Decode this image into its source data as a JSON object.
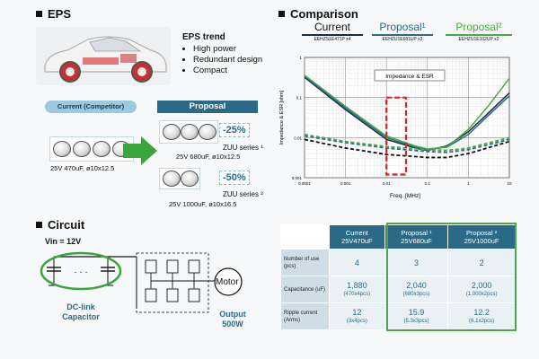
{
  "eps": {
    "section_title": "EPS",
    "trend_title": "EPS trend",
    "trend_items": [
      "High power",
      "Redundant design",
      "Compact"
    ],
    "current_label": "Current (Competitor)",
    "proposal_label": "Proposal",
    "current_spec": "25V 470uF, ø10x12.5",
    "proposal1": {
      "pct": "-25%",
      "series": "ZUU series ¹",
      "spec": "25V 680uF, ø10x12.5"
    },
    "proposal2": {
      "pct": "-50%",
      "series": "ZUU series ²",
      "spec": "25V 1000uF, ø10x16.5"
    }
  },
  "comparison": {
    "section_title": "Comparison",
    "legend": [
      {
        "name": "Current",
        "part": "EEHZS1E471P x4",
        "color": "#1a2b44"
      },
      {
        "name": "Proposal¹",
        "part": "EEHZU1E681UP x3",
        "color": "#2a6a86"
      },
      {
        "name": "Proposal²",
        "part": "EEHZU1E102UP x2",
        "color": "#4aa84a"
      }
    ]
  },
  "chart_data": {
    "type": "line",
    "title": "Impedance & ESR",
    "xlabel": "Freq. [MHz]",
    "ylabel": "Impedance & ESR [ohm]",
    "xscale": "log",
    "yscale": "log",
    "xlim": [
      0.0001,
      10
    ],
    "ylim": [
      0.001,
      1
    ],
    "x_ticks": [
      "0.0001",
      "0.001",
      "0.01",
      "0.1",
      "1",
      "10"
    ],
    "y_ticks": [
      "1",
      "0.1",
      "0.01",
      "0.001"
    ],
    "series": [
      {
        "name": "Current",
        "style": "solid",
        "color": "#1a2b44",
        "x": [
          0.0001,
          0.001,
          0.01,
          0.05,
          0.1,
          0.3,
          1,
          3,
          10
        ],
        "y": [
          0.32,
          0.05,
          0.009,
          0.0055,
          0.0048,
          0.0062,
          0.014,
          0.04,
          0.13
        ]
      },
      {
        "name": "Proposal¹",
        "style": "solid",
        "color": "#2a6a86",
        "x": [
          0.0001,
          0.001,
          0.01,
          0.05,
          0.1,
          0.3,
          1,
          3,
          10
        ],
        "y": [
          0.34,
          0.055,
          0.01,
          0.0058,
          0.005,
          0.0058,
          0.012,
          0.035,
          0.11
        ]
      },
      {
        "name": "Proposal²",
        "style": "solid",
        "color": "#4aa84a",
        "x": [
          0.0001,
          0.001,
          0.01,
          0.05,
          0.1,
          0.3,
          1,
          3,
          10
        ],
        "y": [
          0.36,
          0.06,
          0.011,
          0.0062,
          0.0052,
          0.0058,
          0.016,
          0.06,
          0.3
        ]
      },
      {
        "name": "Current ESR",
        "style": "dashed",
        "color": "#111111",
        "x": [
          0.0001,
          0.001,
          0.01,
          0.1,
          0.3,
          1,
          10
        ],
        "y": [
          0.009,
          0.0055,
          0.0038,
          0.0032,
          0.0032,
          0.004,
          0.008
        ]
      },
      {
        "name": "Proposal¹ ESR",
        "style": "dashed",
        "color": "#2a6a86",
        "x": [
          0.0001,
          0.001,
          0.01,
          0.1,
          0.3,
          1,
          10
        ],
        "y": [
          0.011,
          0.0075,
          0.0055,
          0.0045,
          0.0043,
          0.005,
          0.009
        ]
      },
      {
        "name": "Proposal² ESR",
        "style": "dashed",
        "color": "#4aa84a",
        "x": [
          0.0001,
          0.001,
          0.01,
          0.1,
          0.3,
          1,
          10
        ],
        "y": [
          0.012,
          0.008,
          0.006,
          0.005,
          0.0048,
          0.0055,
          0.01
        ]
      }
    ],
    "highlight_range_x": [
      0.01,
      0.03
    ]
  },
  "circuit": {
    "section_title": "Circuit",
    "vin": "Vin = 12V",
    "dots": "· · ·",
    "dclink_label": "DC-link Capacitor",
    "motor_label": "Motor",
    "output_label": "Output 500W"
  },
  "table": {
    "headers": [
      "",
      "Current 25V470uF",
      "Proposal ¹ 25V680uF",
      "Proposal ² 25V1000uF"
    ],
    "rows": [
      {
        "label": "Number of use (pcs)",
        "cells": [
          {
            "v": "4",
            "s": ""
          },
          {
            "v": "3",
            "s": ""
          },
          {
            "v": "2",
            "s": ""
          }
        ]
      },
      {
        "label": "Capacitance (uF)",
        "cells": [
          {
            "v": "1,880",
            "s": "(470x4pcs)"
          },
          {
            "v": "2,040",
            "s": "(680x3pcs)"
          },
          {
            "v": "2,000",
            "s": "(1,000x2pcs)"
          }
        ]
      },
      {
        "label": "Ripple current (Arms)",
        "cells": [
          {
            "v": "12",
            "s": "(3x4pcs)"
          },
          {
            "v": "15.9",
            "s": "(5.3x3pcs)"
          },
          {
            "v": "12.2",
            "s": "(6.1x2pcs)"
          }
        ]
      }
    ]
  },
  "colors": {
    "accent": "#2a6a86",
    "green": "#4aa84a",
    "red": "#e02020"
  }
}
